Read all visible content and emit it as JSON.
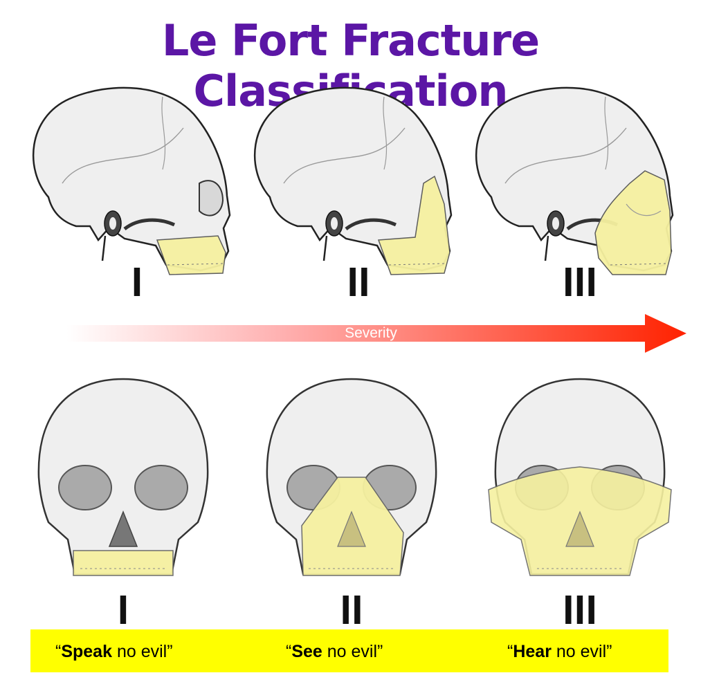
{
  "title": "Le Fort Fracture Classification",
  "severity": {
    "label": "Severity",
    "gradient_start": "#ffffff",
    "gradient_end": "#ff2200"
  },
  "fracture_highlight_color": "#f6f1a0",
  "title_color": "#5b16a5",
  "mnemonic_bar_color": "#ffff00",
  "lateral_labels": [
    "I",
    "II",
    "III"
  ],
  "frontal_labels": [
    "I",
    "II",
    "III"
  ],
  "mnemonics": [
    {
      "open": "“",
      "bold": "Speak",
      "rest": " no evil”"
    },
    {
      "open": "“",
      "bold": "See",
      "rest": " no evil”"
    },
    {
      "open": "“",
      "bold": "Hear",
      "rest": " no evil”"
    }
  ]
}
